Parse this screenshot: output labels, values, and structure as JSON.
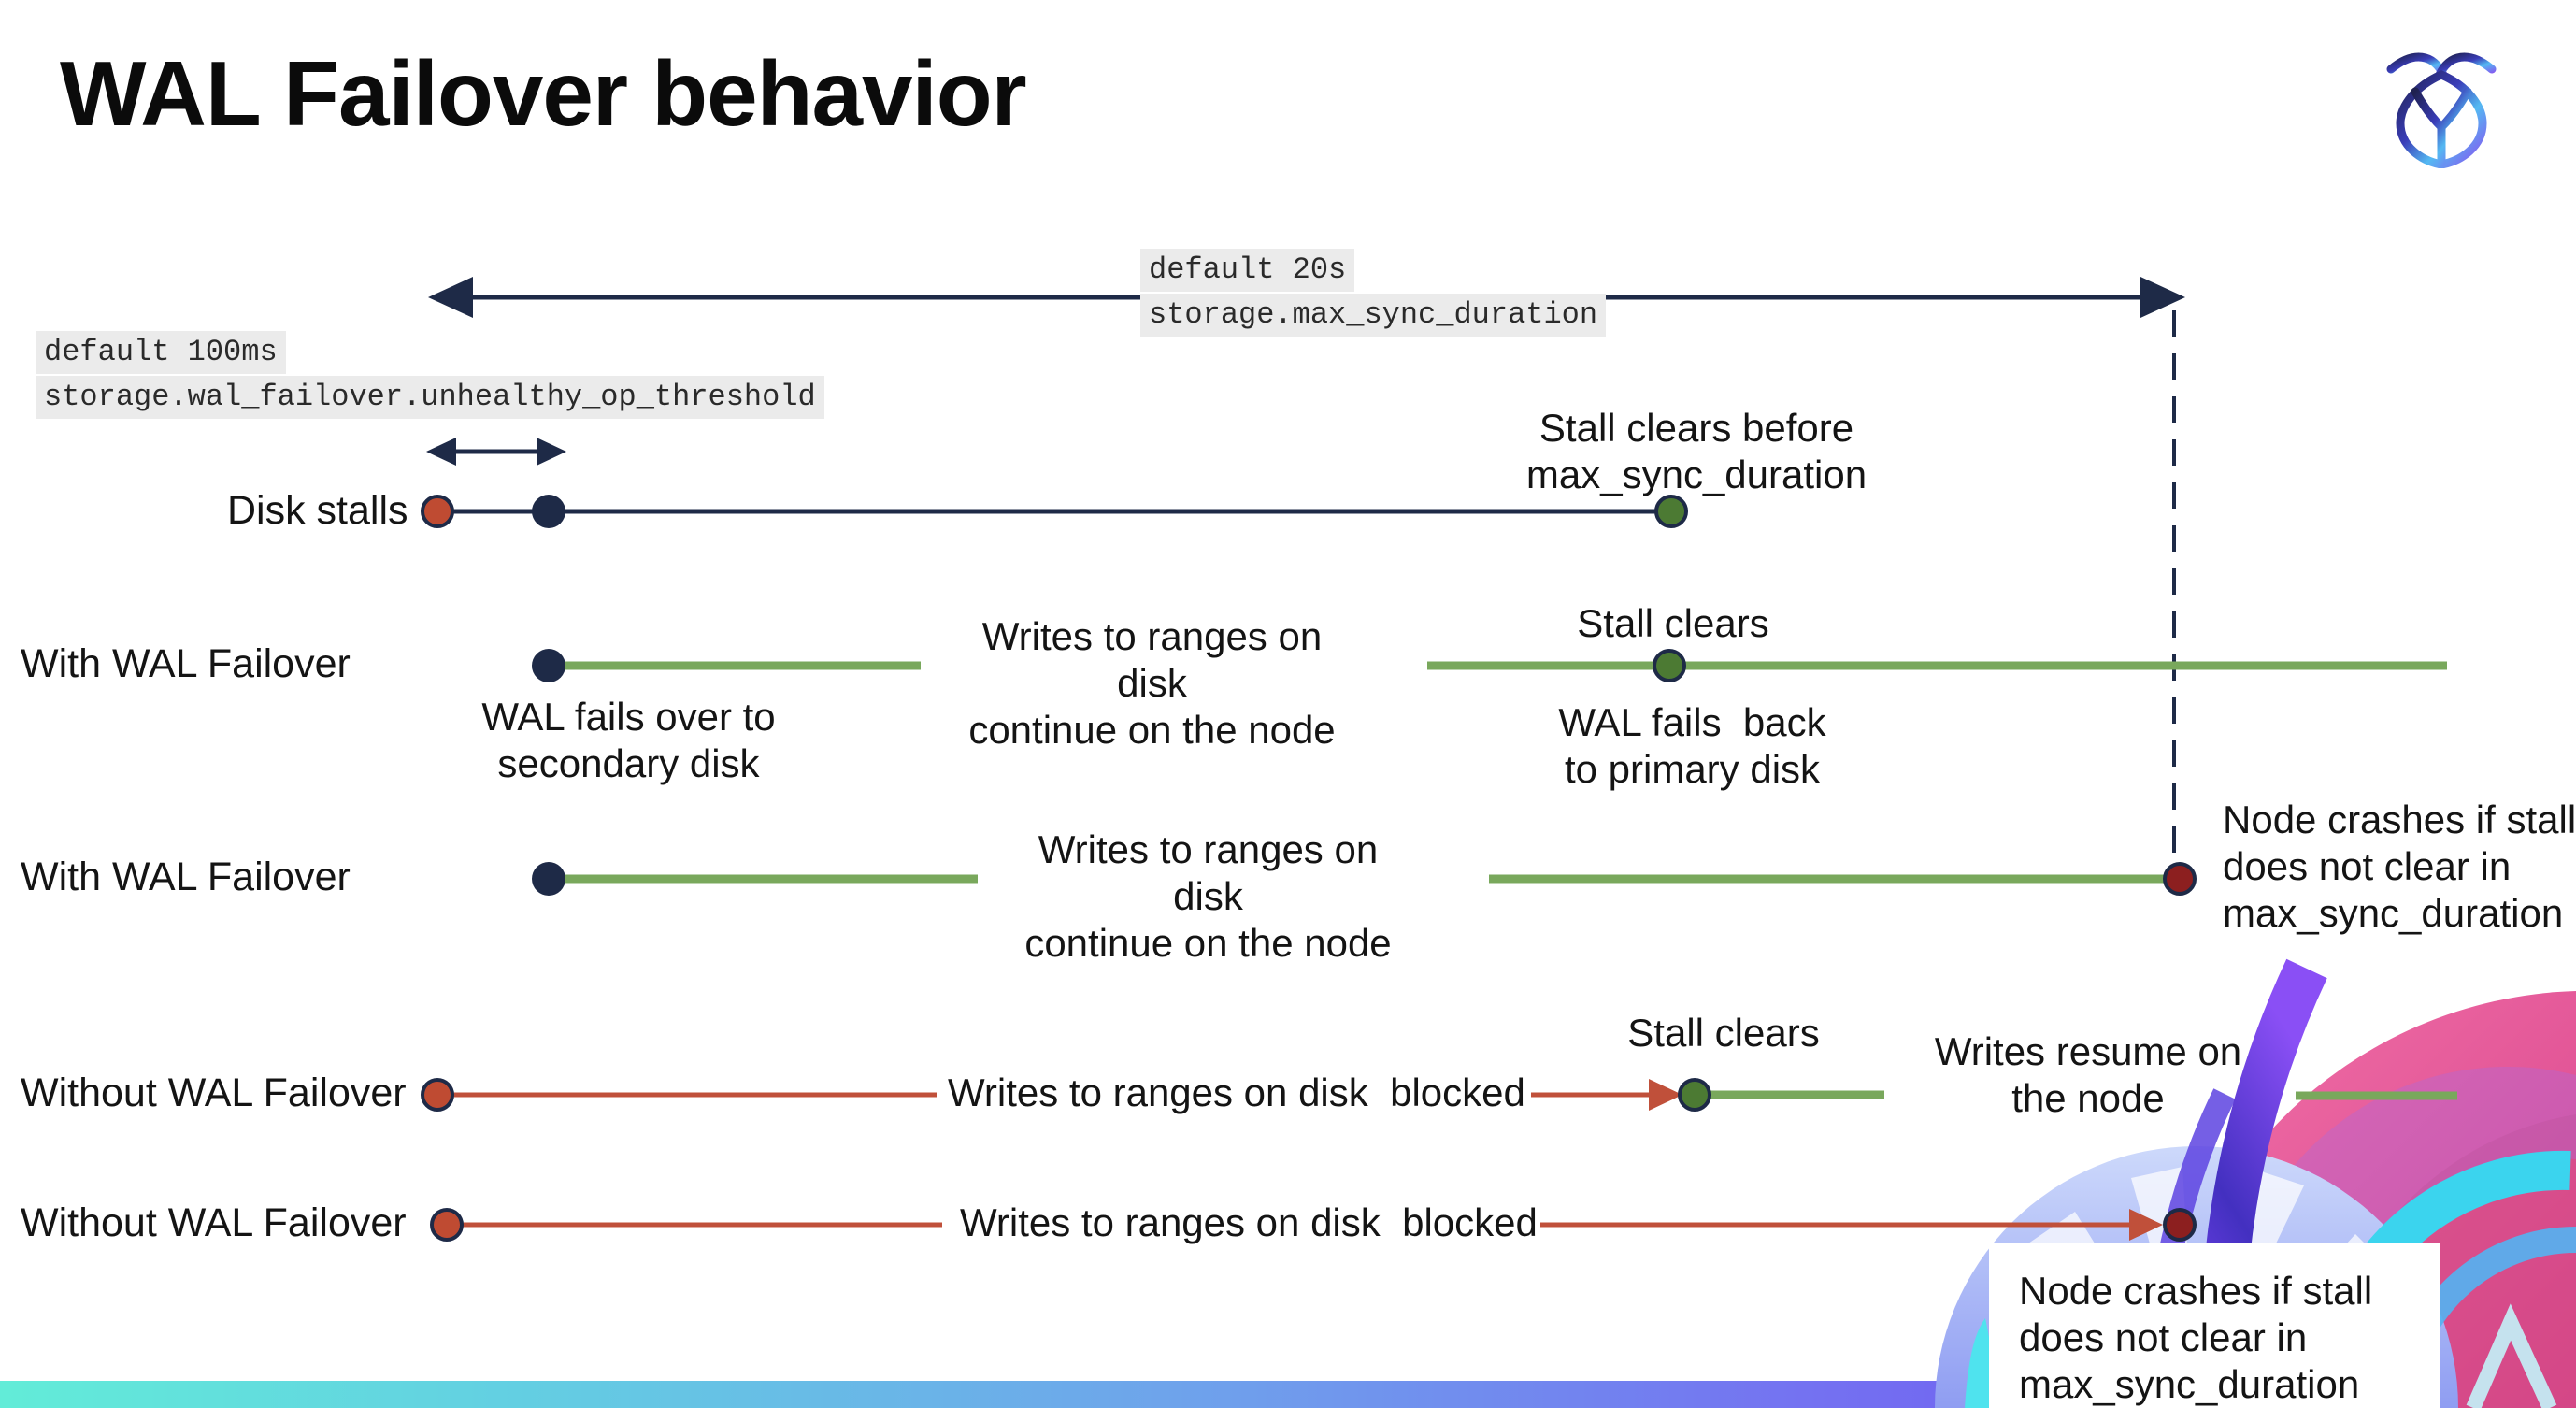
{
  "page": {
    "title": "WAL Failover behavior"
  },
  "icons": {
    "logo": "cockroachdb-logo"
  },
  "settings": {
    "max_sync_duration": {
      "default_label": "default 20s",
      "setting_name": "storage.max_sync_duration"
    },
    "unhealthy_op_threshold": {
      "default_label": "default 100ms",
      "setting_name": "storage.wal_failover.unhealthy_op_threshold"
    }
  },
  "rows": {
    "disk_stalls": {
      "label": "Disk stalls"
    },
    "with_wal_failover_1": {
      "label": "With WAL Failover"
    },
    "with_wal_failover_2": {
      "label": "With WAL Failover"
    },
    "without_wal_failover_1": {
      "label": "Without WAL Failover"
    },
    "without_wal_failover_2": {
      "label": "Without WAL Failover"
    }
  },
  "annotations": {
    "stall_clears_before": "Stall clears before\nmax_sync_duration",
    "writes_continue_1": "Writes to ranges on disk\ncontinue on the node",
    "stall_clears_1": "Stall clears",
    "wal_fails_over": "WAL fails over to\nsecondary disk",
    "wal_fails_back": "WAL fails  back\nto primary disk",
    "writes_continue_2": "Writes to ranges on disk\ncontinue on the node",
    "node_crashes_1": "Node crashes if stall\ndoes not clear in\nmax_sync_duration",
    "writes_blocked_1": "Writes to ranges on disk  blocked",
    "stall_clears_2": "Stall clears",
    "writes_resume": "Writes resume on\nthe node",
    "writes_blocked_2": "Writes to ranges on disk  blocked",
    "node_crashes_2": "Node crashes if stall\ndoes not clear in\nmax_sync_duration"
  },
  "colors": {
    "navy": "#1e2a47",
    "green_line": "#79a85c",
    "green_dot": "#4c7a33",
    "red_line": "#c0503a",
    "red_dot": "#bf4b32",
    "crash_dot": "#8c1f1f",
    "code_highlight_bg": "#ebebeb",
    "bar_gradient_left": "#62ecd8",
    "bar_gradient_right": "#6a43f2"
  }
}
